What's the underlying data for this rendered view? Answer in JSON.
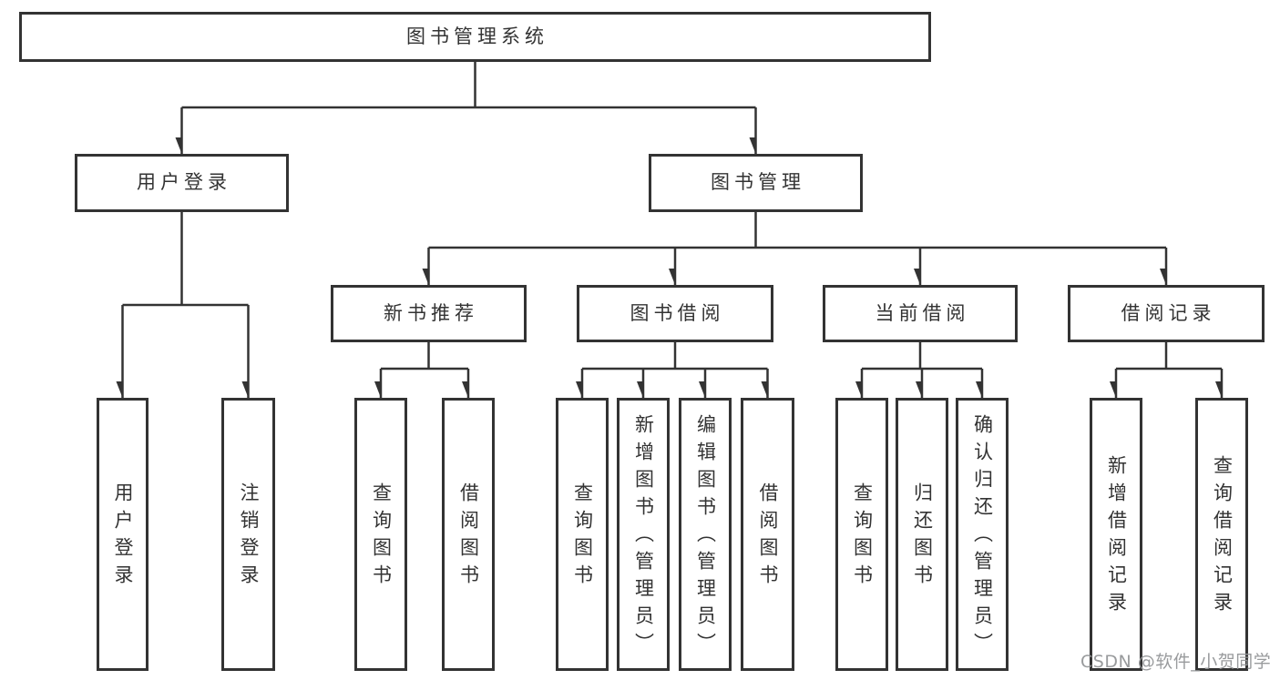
{
  "diagram": {
    "type": "hierarchy-tree",
    "colors": {
      "line": "#333333",
      "text": "#333333",
      "background": "#ffffff",
      "watermark": "#949698"
    }
  },
  "tree": {
    "root": "图书管理系统",
    "children": [
      {
        "label": "用户登录",
        "children": [
          {
            "label": "用户登录"
          },
          {
            "label": "注销登录"
          }
        ]
      },
      {
        "label": "图书管理",
        "children": [
          {
            "label": "新书推荐",
            "children": [
              {
                "label": "查询图书"
              },
              {
                "label": "借阅图书"
              }
            ]
          },
          {
            "label": "图书借阅",
            "children": [
              {
                "label": "查询图书"
              },
              {
                "label": "新增图书（管理员）"
              },
              {
                "label": "编辑图书（管理员）"
              },
              {
                "label": "借阅图书"
              }
            ]
          },
          {
            "label": "当前借阅",
            "children": [
              {
                "label": "查询图书"
              },
              {
                "label": "归还图书"
              },
              {
                "label": "确认归还（管理员）"
              }
            ]
          },
          {
            "label": "借阅记录",
            "children": [
              {
                "label": "新增借阅记录"
              },
              {
                "label": "查询借阅记录"
              }
            ]
          }
        ]
      }
    ]
  },
  "watermark": {
    "text": "CSDN @软件_小贺同学"
  }
}
